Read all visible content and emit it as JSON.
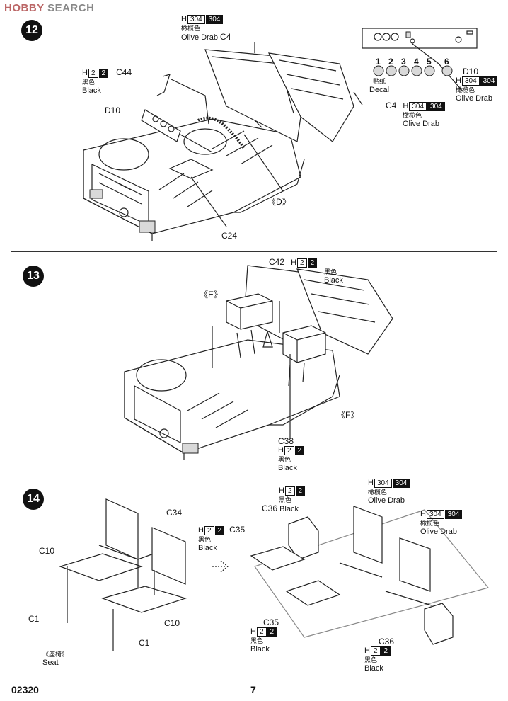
{
  "watermark": {
    "brand": "HOBBY",
    "rest": "SEARCH"
  },
  "steps": [
    {
      "number": "12"
    },
    {
      "number": "13"
    },
    {
      "number": "14"
    }
  ],
  "step12": {
    "h304_top": {
      "code": "H",
      "a": "304",
      "b": "304",
      "cn": "橄榄色",
      "en": "Olive Drab",
      "part": "C4"
    },
    "h2_c44": {
      "code": "H",
      "a": "2",
      "b": "2",
      "cn": "黑色",
      "en": "Black",
      "part": "C44"
    },
    "d10": "D10",
    "c4_right": {
      "part": "C4",
      "code": "H",
      "a": "304",
      "b": "304",
      "cn": "橄榄色",
      "en": "Olive Drab"
    },
    "d_ref": "《D》",
    "c24": "C24",
    "decal_numbers": [
      "1",
      "2",
      "3",
      "4",
      "5",
      "6"
    ],
    "decal_cn": "贴纸",
    "decal_en": "Decal",
    "d10_right": {
      "part": "D10",
      "code": "H",
      "a": "304",
      "b": "304",
      "cn": "橄榄色",
      "en": "Olive Drab"
    }
  },
  "step13": {
    "c42": {
      "part": "C42",
      "code": "H",
      "a": "2",
      "b": "2",
      "cn": "黑色",
      "en": "Black"
    },
    "e_ref": "《E》",
    "f_ref": "《F》",
    "c38": {
      "part": "C38",
      "code": "H",
      "a": "2",
      "b": "2",
      "cn": "黑色",
      "en": "Black"
    }
  },
  "step14": {
    "c34": "C34",
    "c10_left": "C10",
    "c1_left": "C1",
    "c10_bottom": "C10",
    "c1_bottom": "C1",
    "seat_cn": "《座椅》",
    "seat_en": "Seat",
    "c35_left": {
      "part": "C35",
      "code": "H",
      "a": "2",
      "b": "2",
      "cn": "黑色",
      "en": "Black"
    },
    "c36_top": {
      "part": "C36",
      "code": "H",
      "a": "2",
      "b": "2",
      "cn": "黑色",
      "en": "Black"
    },
    "h304_a": {
      "code": "H",
      "a": "304",
      "b": "304",
      "cn": "橄榄色",
      "en": "Olive Drab"
    },
    "h304_b": {
      "code": "H",
      "a": "304",
      "b": "304",
      "cn": "橄榄色",
      "en": "Olive Drab"
    },
    "c35_bottom": {
      "part": "C35",
      "code": "H",
      "a": "2",
      "b": "2",
      "cn": "黑色",
      "en": "Black"
    },
    "c36_bottom": {
      "part": "C36",
      "code": "H",
      "a": "2",
      "b": "2",
      "cn": "黑色",
      "en": "Black"
    }
  },
  "footer": {
    "product": "02320",
    "page": "7"
  }
}
